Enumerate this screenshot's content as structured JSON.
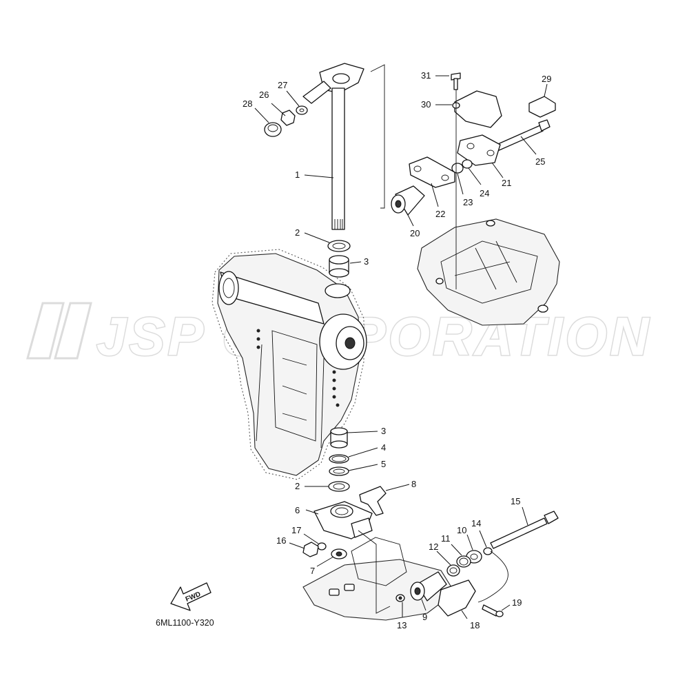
{
  "watermark": {
    "text": "JSP CORPORATION"
  },
  "reference_code": "6ML1100-Y320",
  "fwd_label": "FWD",
  "callouts": [
    "1",
    "2",
    "3",
    "4",
    "5",
    "6",
    "7",
    "8",
    "9",
    "10",
    "11",
    "12",
    "13",
    "14",
    "15",
    "16",
    "17",
    "18",
    "19",
    "20",
    "21",
    "22",
    "23",
    "24",
    "25",
    "26",
    "27",
    "28",
    "29",
    "30",
    "31"
  ],
  "callouts_left": {
    "c2b": "2",
    "c3b": "3"
  }
}
